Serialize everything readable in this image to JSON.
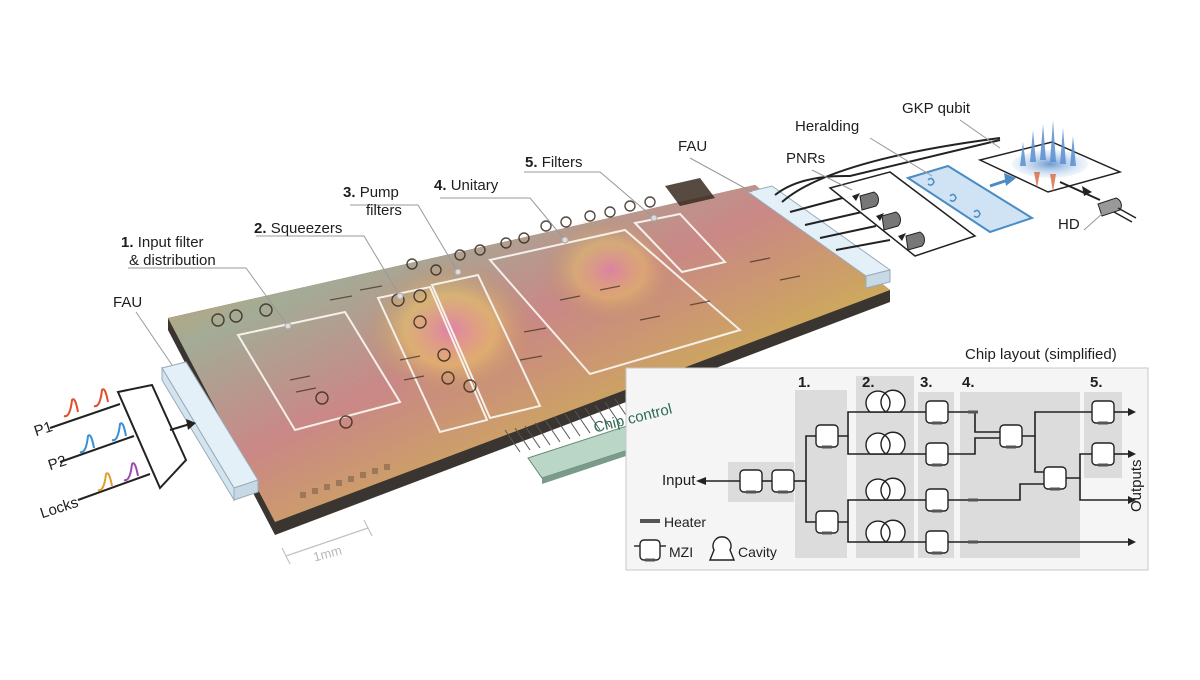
{
  "labels": {
    "input_filter_num": "1.",
    "input_filter_line1": "Input filter",
    "input_filter_line2": "& distribution",
    "squeezers_num": "2.",
    "squeezers": "Squeezers",
    "pump_num": "3.",
    "pump_line1": "Pump",
    "pump_line2": "filters",
    "unitary_num": "4.",
    "unitary": "Unitary",
    "filters_num": "5.",
    "filters": "Filters",
    "fau_left": "FAU",
    "fau_right": "FAU",
    "pnrs": "PNRs",
    "heralding": "Heralding",
    "gkp_qubit": "GKP qubit",
    "hd": "HD",
    "p1": "P1",
    "p2": "P2",
    "locks": "Locks",
    "chip_control": "Chip control",
    "scale": "1mm"
  },
  "layout_panel": {
    "title": "Chip layout (simplified)",
    "sections": [
      "1.",
      "2.",
      "3.",
      "4.",
      "5."
    ],
    "input_label": "Input",
    "outputs_label": "Outputs",
    "legend_heater": "Heater",
    "legend_mzi": "MZI",
    "legend_cavity": "Cavity"
  },
  "colors": {
    "chip_top": "#b89068",
    "chip_side": "#3a3530",
    "fau_glass": "#dfeef6",
    "chip_control_fill": "#b9d6c6",
    "chip_control_text": "#2d6b53",
    "heralding_fill": "#cfe3f5",
    "heralding_stroke": "#4a8cc4",
    "pulse_p1": "#e0502c",
    "pulse_p2": "#3a8fd6",
    "pulse_locks_a": "#e0a030",
    "pulse_locks_b": "#9a4fb0",
    "panel_bg": "#f5f5f5",
    "panel_section": "#dcdcdc"
  }
}
